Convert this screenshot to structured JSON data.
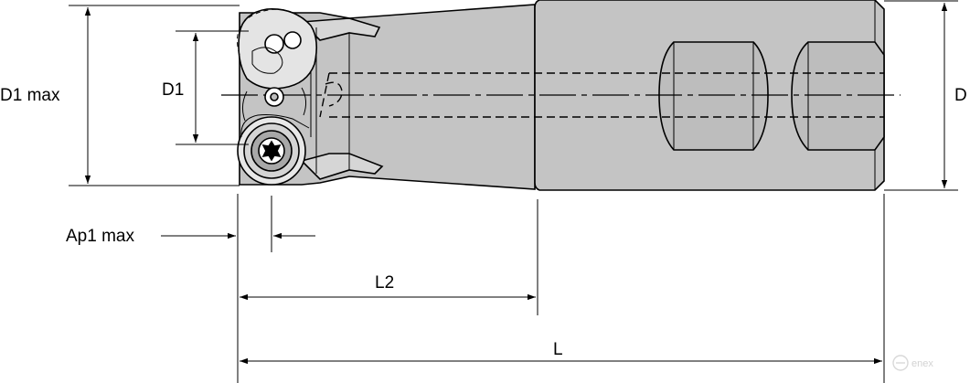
{
  "diagram": {
    "dimension_labels": {
      "d1_max": "D1 max",
      "d1": "D1",
      "d": "D",
      "ap1_max": "Ap1 max",
      "l2": "L2",
      "l": "L"
    },
    "watermark": {
      "text": "enex"
    },
    "colors": {
      "body_fill": "#c4c4c4",
      "flat_fill": "#bdbdbd",
      "line": "#000000",
      "background": "#ffffff"
    }
  }
}
